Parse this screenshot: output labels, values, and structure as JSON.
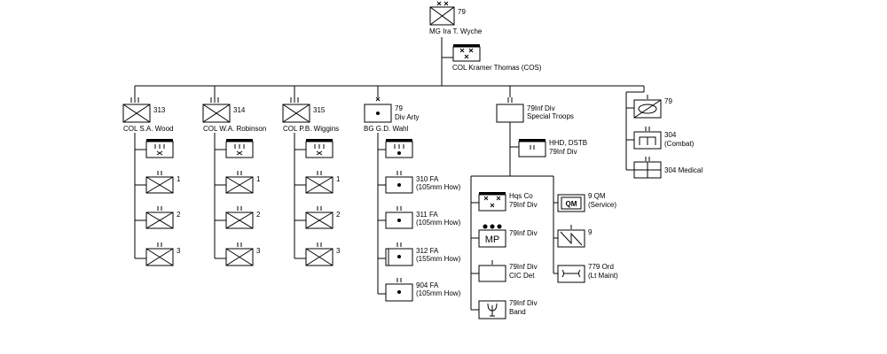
{
  "top": {
    "number": "79",
    "commander": "MG Ira T. Wyche"
  },
  "cos": {
    "label": "COL Kramer Thomas (COS)"
  },
  "regiments": [
    {
      "number": "313",
      "commander": "COL S.A. Wood",
      "battalions": [
        "1",
        "2",
        "3"
      ]
    },
    {
      "number": "314",
      "commander": "COL W.A. Robinson",
      "battalions": [
        "1",
        "2",
        "3"
      ]
    },
    {
      "number": "315",
      "commander": "COL P.B. Wiggins",
      "battalions": [
        "1",
        "2",
        "3"
      ]
    }
  ],
  "artillery": {
    "number": "79",
    "unit": "Div Arty",
    "commander": "BG G.D. Wahl",
    "battalions": [
      {
        "name": "310 FA",
        "desc": "(105mm How)"
      },
      {
        "name": "311 FA",
        "desc": "(105mm How)"
      },
      {
        "name": "312 FA",
        "desc": "(155mm How)"
      },
      {
        "name": "904 FA",
        "desc": "(105mm How)"
      }
    ]
  },
  "special_troops": {
    "line1": "79Inf Div",
    "line2": "Special Troops",
    "hhd": {
      "line1": "HHD, DSTB",
      "line2": "79Inf Div"
    },
    "units": [
      {
        "line1": "Hqs Co",
        "line2": "79Inf Div"
      },
      {
        "line1": "79Inf Div",
        "line2": "",
        "symbol": "MP"
      },
      {
        "line1": "79Inf Div",
        "line2": "CIC Det"
      },
      {
        "line1": "79Inf Div",
        "line2": "Band"
      }
    ],
    "service_units": [
      {
        "line1": "9 QM",
        "line2": "(Service)",
        "symbol": "QM"
      },
      {
        "line1": "9",
        "line2": ""
      },
      {
        "line1": "779 Ord",
        "line2": "(Lt Maint)"
      }
    ]
  },
  "separate_units": [
    {
      "line1": "79",
      "line2": ""
    },
    {
      "line1": "304",
      "line2": "(Combat)"
    },
    {
      "line1": "304 Medical",
      "line2": ""
    }
  ]
}
